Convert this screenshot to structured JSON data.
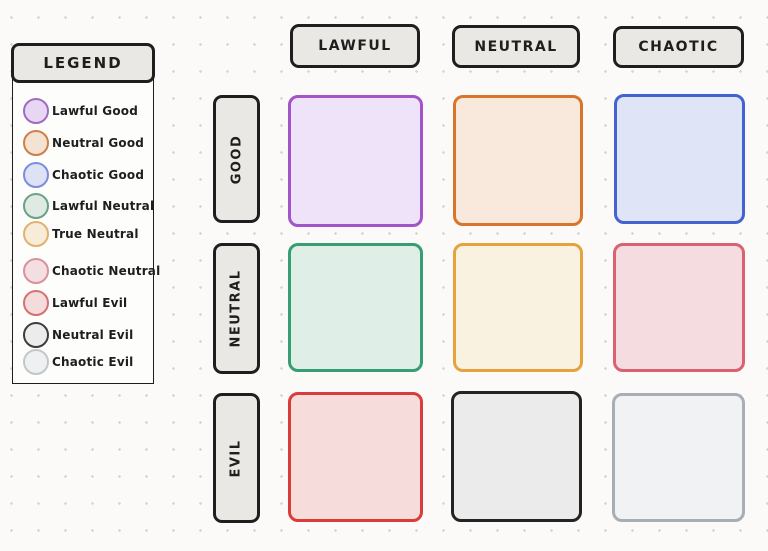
{
  "canvas": {
    "background": "#fbfaf8",
    "dot_color": "#d5d2cd",
    "ink_color": "#1e1e1e",
    "header_fill": "#e9e8e5"
  },
  "legend": {
    "title": "LEGEND",
    "items": [
      {
        "label": "Lawful Good",
        "border": "#a06cc0",
        "fill": "#e7d7f2"
      },
      {
        "label": "Neutral Good",
        "border": "#cd8046",
        "fill": "#f4e3d3"
      },
      {
        "label": "Chaotic Good",
        "border": "#7b8edd",
        "fill": "#dde2f5"
      },
      {
        "label": "Lawful Neutral",
        "border": "#6aa287",
        "fill": "#dfeae2"
      },
      {
        "label": "True Neutral",
        "border": "#e0b26e",
        "fill": "#f7ecd8"
      },
      {
        "label": "Chaotic Neutral",
        "border": "#da919b",
        "fill": "#f3dee1"
      },
      {
        "label": "Lawful Evil",
        "border": "#d4726f",
        "fill": "#f5dcdc"
      },
      {
        "label": "Neutral Evil",
        "border": "#3d3d3d",
        "fill": "#ececec"
      },
      {
        "label": "Chaotic Evil",
        "border": "#c3c7cc",
        "fill": "#eef0f2"
      }
    ]
  },
  "columns": [
    {
      "label": "LAWFUL"
    },
    {
      "label": "NEUTRAL"
    },
    {
      "label": "CHAOTIC"
    }
  ],
  "rows": [
    {
      "label": "GOOD"
    },
    {
      "label": "NEUTRAL"
    },
    {
      "label": "EVIL"
    }
  ],
  "grid": {
    "cells": [
      {
        "name": "lawful-good",
        "border": "#a254c8",
        "fill": "#eee3f8"
      },
      {
        "name": "neutral-good",
        "border": "#d9742c",
        "fill": "#f9e9dc"
      },
      {
        "name": "chaotic-good",
        "border": "#4263d0",
        "fill": "#dfe4f6"
      },
      {
        "name": "lawful-neutral",
        "border": "#369d74",
        "fill": "#dfeee7"
      },
      {
        "name": "true-neutral",
        "border": "#e6a23c",
        "fill": "#faf2e1"
      },
      {
        "name": "chaotic-neutral",
        "border": "#d96171",
        "fill": "#f5dce0"
      },
      {
        "name": "lawful-evil",
        "border": "#d93c39",
        "fill": "#f6dcdb"
      },
      {
        "name": "neutral-evil",
        "border": "#232323",
        "fill": "#ebebeb"
      },
      {
        "name": "chaotic-evil",
        "border": "#a9aeb4",
        "fill": "#f0f2f4"
      }
    ]
  }
}
